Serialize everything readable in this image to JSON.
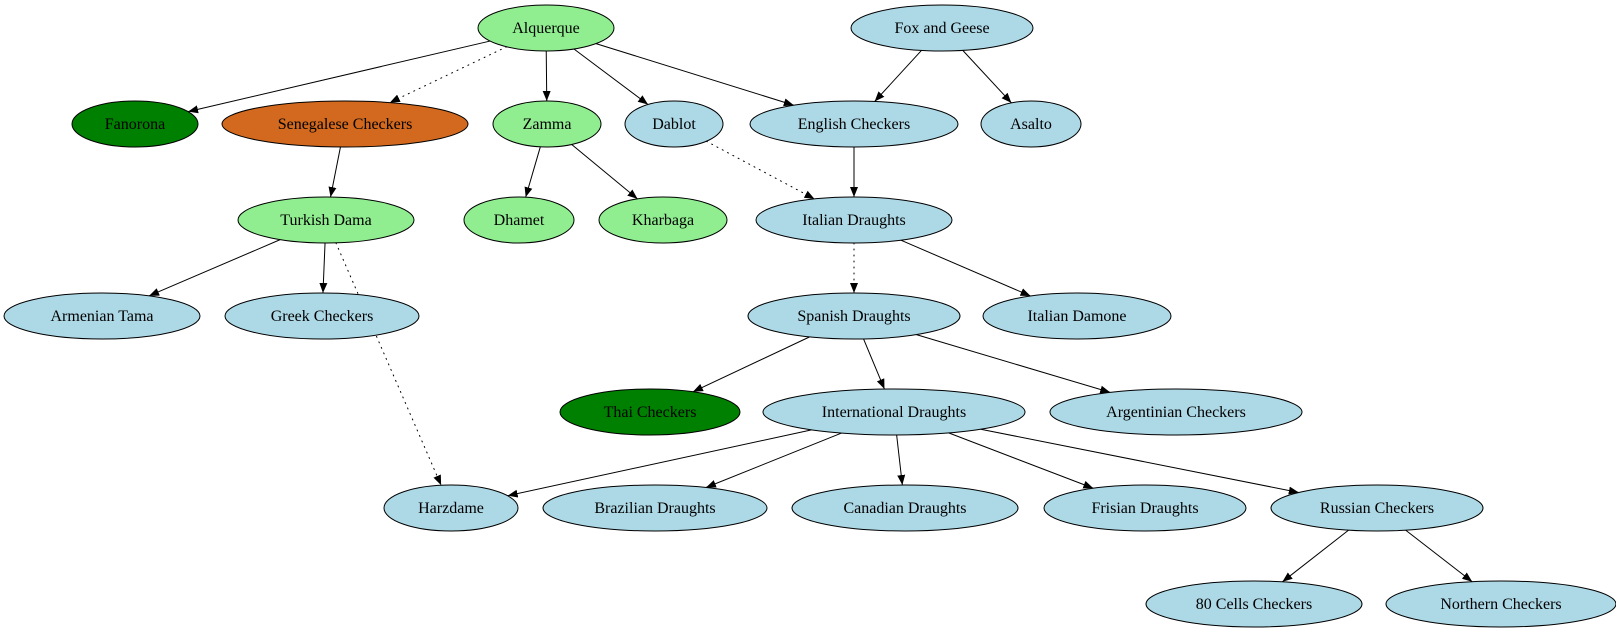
{
  "colors": {
    "light_blue": "#add8e6",
    "light_green": "#90ee90",
    "dark_green": "#008000",
    "orange": "#d2691e",
    "edge": "#000000"
  },
  "nodes": [
    {
      "id": "alquerque",
      "label": "Alquerque",
      "color": "light_green"
    },
    {
      "id": "fox_and_geese",
      "label": "Fox and Geese",
      "color": "light_blue"
    },
    {
      "id": "fanorona",
      "label": "Fanorona",
      "color": "dark_green"
    },
    {
      "id": "senegalese_checkers",
      "label": "Senegalese Checkers",
      "color": "orange"
    },
    {
      "id": "zamma",
      "label": "Zamma",
      "color": "light_green"
    },
    {
      "id": "dablot",
      "label": "Dablot",
      "color": "light_blue"
    },
    {
      "id": "english_checkers",
      "label": "English Checkers",
      "color": "light_blue"
    },
    {
      "id": "asalto",
      "label": "Asalto",
      "color": "light_blue"
    },
    {
      "id": "turkish_dama",
      "label": "Turkish Dama",
      "color": "light_green"
    },
    {
      "id": "dhamet",
      "label": "Dhamet",
      "color": "light_green"
    },
    {
      "id": "kharbaga",
      "label": "Kharbaga",
      "color": "light_green"
    },
    {
      "id": "italian_draughts",
      "label": "Italian Draughts",
      "color": "light_blue"
    },
    {
      "id": "armenian_tama",
      "label": "Armenian Tama",
      "color": "light_blue"
    },
    {
      "id": "greek_checkers",
      "label": "Greek Checkers",
      "color": "light_blue"
    },
    {
      "id": "spanish_draughts",
      "label": "Spanish Draughts",
      "color": "light_blue"
    },
    {
      "id": "italian_damone",
      "label": "Italian Damone",
      "color": "light_blue"
    },
    {
      "id": "thai_checkers",
      "label": "Thai Checkers",
      "color": "dark_green"
    },
    {
      "id": "international_draughts",
      "label": "International Draughts",
      "color": "light_blue"
    },
    {
      "id": "argentinian_checkers",
      "label": "Argentinian Checkers",
      "color": "light_blue"
    },
    {
      "id": "harzdame",
      "label": "Harzdame",
      "color": "light_blue"
    },
    {
      "id": "brazilian_draughts",
      "label": "Brazilian Draughts",
      "color": "light_blue"
    },
    {
      "id": "canadian_draughts",
      "label": "Canadian Draughts",
      "color": "light_blue"
    },
    {
      "id": "frisian_draughts",
      "label": "Frisian Draughts",
      "color": "light_blue"
    },
    {
      "id": "russian_checkers",
      "label": "Russian Checkers",
      "color": "light_blue"
    },
    {
      "id": "80_cells_checkers",
      "label": "80 Cells Checkers",
      "color": "light_blue"
    },
    {
      "id": "northern_checkers",
      "label": "Northern Checkers",
      "color": "light_blue"
    }
  ],
  "edges": [
    {
      "from": "alquerque",
      "to": "fanorona",
      "style": "solid"
    },
    {
      "from": "alquerque",
      "to": "senegalese_checkers",
      "style": "dotted"
    },
    {
      "from": "alquerque",
      "to": "zamma",
      "style": "solid"
    },
    {
      "from": "alquerque",
      "to": "dablot",
      "style": "solid"
    },
    {
      "from": "alquerque",
      "to": "english_checkers",
      "style": "solid"
    },
    {
      "from": "fox_and_geese",
      "to": "english_checkers",
      "style": "solid"
    },
    {
      "from": "fox_and_geese",
      "to": "asalto",
      "style": "solid"
    },
    {
      "from": "senegalese_checkers",
      "to": "turkish_dama",
      "style": "solid"
    },
    {
      "from": "zamma",
      "to": "dhamet",
      "style": "solid"
    },
    {
      "from": "zamma",
      "to": "kharbaga",
      "style": "solid"
    },
    {
      "from": "dablot",
      "to": "italian_draughts",
      "style": "dotted"
    },
    {
      "from": "english_checkers",
      "to": "italian_draughts",
      "style": "solid"
    },
    {
      "from": "turkish_dama",
      "to": "armenian_tama",
      "style": "solid"
    },
    {
      "from": "turkish_dama",
      "to": "greek_checkers",
      "style": "solid"
    },
    {
      "from": "turkish_dama",
      "to": "harzdame",
      "style": "dotted"
    },
    {
      "from": "italian_draughts",
      "to": "spanish_draughts",
      "style": "dotted"
    },
    {
      "from": "italian_draughts",
      "to": "italian_damone",
      "style": "solid"
    },
    {
      "from": "spanish_draughts",
      "to": "thai_checkers",
      "style": "solid"
    },
    {
      "from": "spanish_draughts",
      "to": "international_draughts",
      "style": "solid"
    },
    {
      "from": "spanish_draughts",
      "to": "argentinian_checkers",
      "style": "solid"
    },
    {
      "from": "international_draughts",
      "to": "harzdame",
      "style": "solid"
    },
    {
      "from": "international_draughts",
      "to": "brazilian_draughts",
      "style": "solid"
    },
    {
      "from": "international_draughts",
      "to": "canadian_draughts",
      "style": "solid"
    },
    {
      "from": "international_draughts",
      "to": "frisian_draughts",
      "style": "solid"
    },
    {
      "from": "international_draughts",
      "to": "russian_checkers",
      "style": "solid"
    },
    {
      "from": "russian_checkers",
      "to": "80_cells_checkers",
      "style": "solid"
    },
    {
      "from": "russian_checkers",
      "to": "northern_checkers",
      "style": "solid"
    }
  ]
}
